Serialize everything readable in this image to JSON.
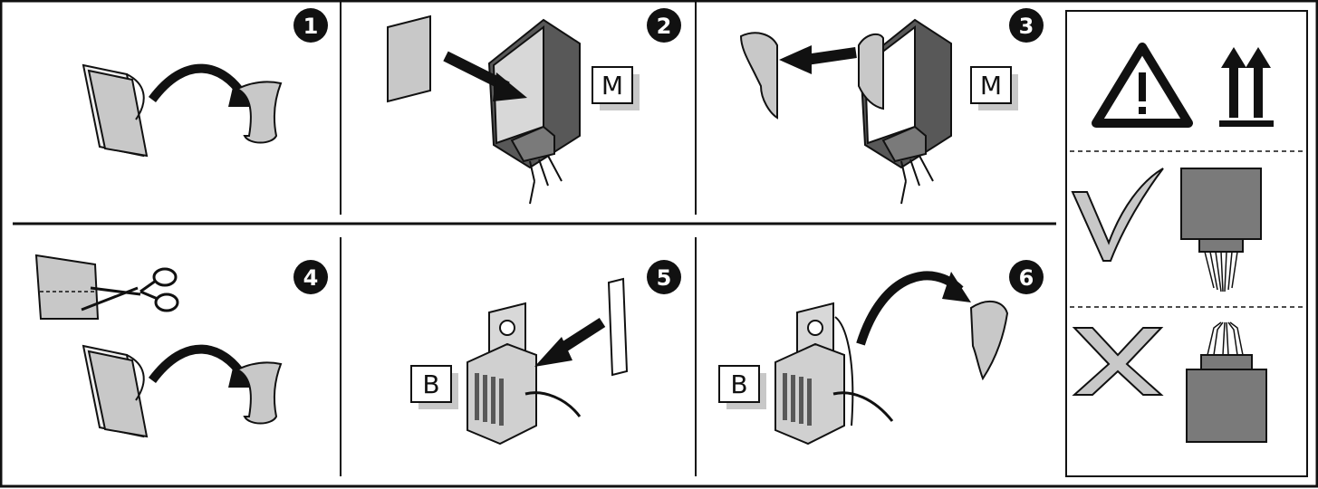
{
  "steps": [
    {
      "number": "1"
    },
    {
      "number": "2",
      "tag": "M"
    },
    {
      "number": "3",
      "tag": "M"
    },
    {
      "number": "4"
    },
    {
      "number": "5",
      "tag": "B"
    },
    {
      "number": "6",
      "tag": "B"
    }
  ],
  "legend": {
    "warning_icon": "warning-triangle-icon",
    "orientation_icon": "this-way-up-arrows-icon",
    "correct_icon": "check-mark-icon",
    "incorrect_icon": "x-cross-icon"
  },
  "colors": {
    "ink": "#111111",
    "housing_dark": "#585858",
    "housing_mid": "#7a7a7a",
    "panel_light": "#d8d8d8",
    "paper_shade": "#c8c8c8"
  }
}
